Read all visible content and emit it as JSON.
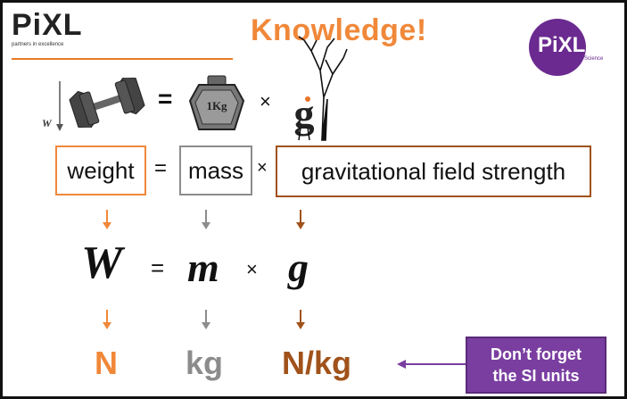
{
  "header": {
    "logo_text": "PiXL",
    "logo_tagline": "partners in excellence",
    "title": "Knowledge!",
    "science_logo_text": "PiXL",
    "science_logo_sub": "Science"
  },
  "picture_row": {
    "weight_symbol": "W",
    "equals": "=",
    "mass_label": "1Kg",
    "times": "×",
    "g_letter": "g"
  },
  "word_equation": {
    "weight": "weight",
    "equals": "=",
    "mass": "mass",
    "times": "×",
    "gfs": "gravitational field strength"
  },
  "symbol_equation": {
    "W": "W",
    "equals": "=",
    "m": "m",
    "times": "×",
    "g": "g"
  },
  "units": {
    "weight": "N",
    "mass": "kg",
    "gfs": "N/kg"
  },
  "callout": {
    "line1": "Don’t forget",
    "line2": "the SI units"
  },
  "colors": {
    "orange": "#f0883a",
    "grey": "#8c8c8c",
    "brown": "#a0521a",
    "purple": "#7a3ea0"
  },
  "icons": [
    "dumbbell-icon",
    "down-arrow-icon",
    "kg-weight-icon",
    "tree-g-character-icon"
  ]
}
